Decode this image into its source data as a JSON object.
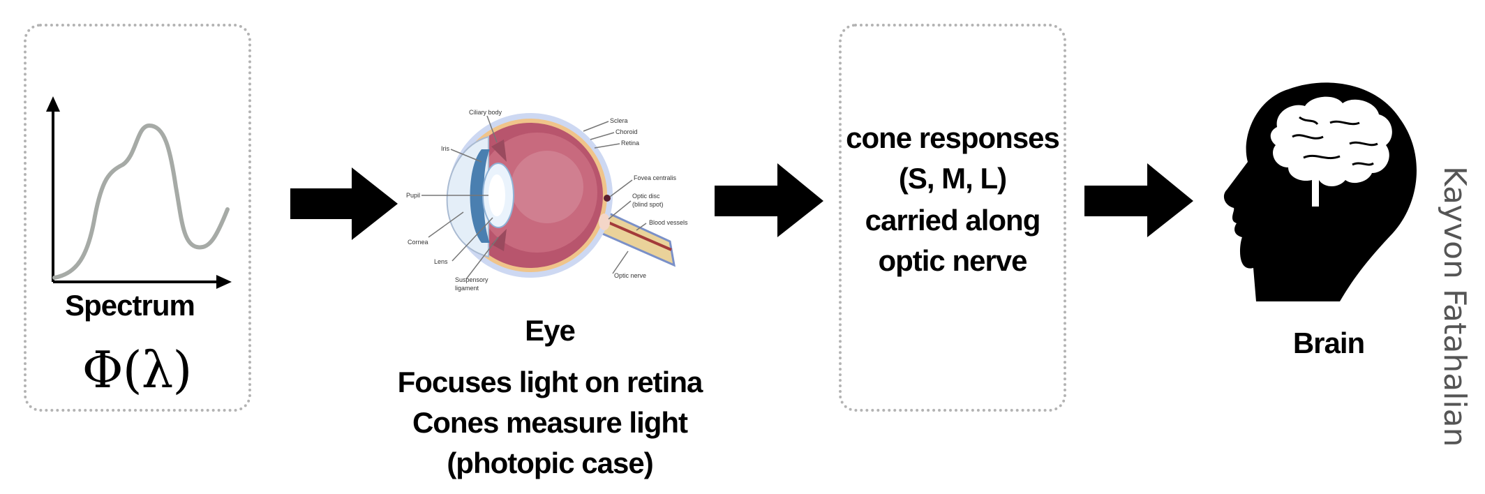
{
  "spectrum": {
    "label": "Spectrum",
    "formula": "Φ(λ)"
  },
  "eye": {
    "title": "Eye",
    "description_lines": [
      "Focuses light on retina",
      "Cones measure light",
      "(photopic case)"
    ],
    "parts": {
      "ciliary_body": "Ciliary body",
      "sclera": "Sclera",
      "choroid": "Choroid",
      "retina": "Retina",
      "iris": "Iris",
      "pupil": "Pupil",
      "cornea": "Cornea",
      "lens": "Lens",
      "suspensory_ligament_1": "Suspensory",
      "suspensory_ligament_2": "ligament",
      "fovea_centralis": "Fovea centralis",
      "optic_disc_1": "Optic disc",
      "optic_disc_2": "(blind spot)",
      "blood_vessels": "Blood vessels",
      "optic_nerve": "Optic nerve"
    }
  },
  "cone_responses": {
    "lines": [
      "cone responses",
      "(S, M, L)",
      "carried along",
      "optic nerve"
    ]
  },
  "brain": {
    "label": "Brain"
  },
  "credit": "Kayvon Fatahalian",
  "colors": {
    "box_border": "#b3b3b3",
    "curve": "#a6aaa6",
    "arrow": "#000000",
    "credit": "#555555"
  }
}
